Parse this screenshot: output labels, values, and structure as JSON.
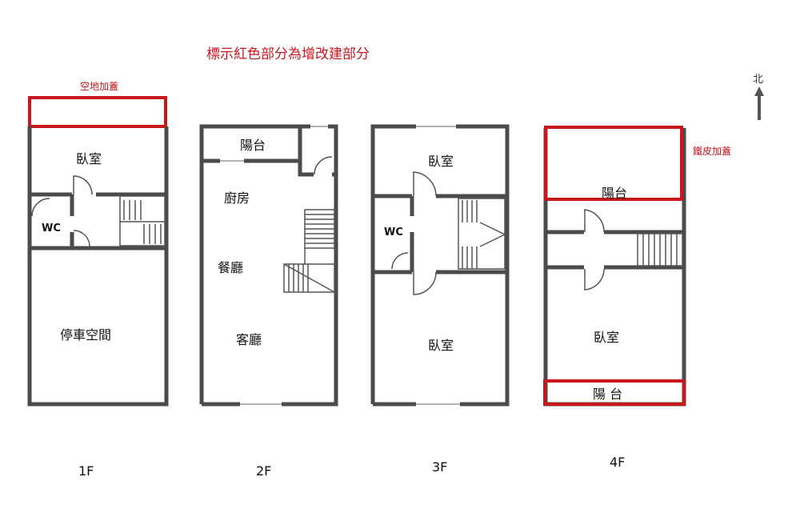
{
  "title": "標示紅色部分為增改建部分",
  "north_label": "北",
  "colors": {
    "highlight": "#c8161d",
    "wall": "#4b4b4b"
  },
  "floors": {
    "f1": {
      "label": "1F",
      "addition_label": "空地加蓋",
      "rooms": [
        "臥室",
        "WC",
        "停車空間"
      ]
    },
    "f2": {
      "label": "2F",
      "rooms": [
        "陽台",
        "廚房",
        "餐廳",
        "客廳"
      ]
    },
    "f3": {
      "label": "3F",
      "rooms": [
        "臥室",
        "WC",
        "臥室"
      ]
    },
    "f4": {
      "label": "4F",
      "addition_label": "鐵皮加蓋",
      "rooms": [
        "陽台",
        "臥室",
        "陽 台"
      ]
    }
  }
}
